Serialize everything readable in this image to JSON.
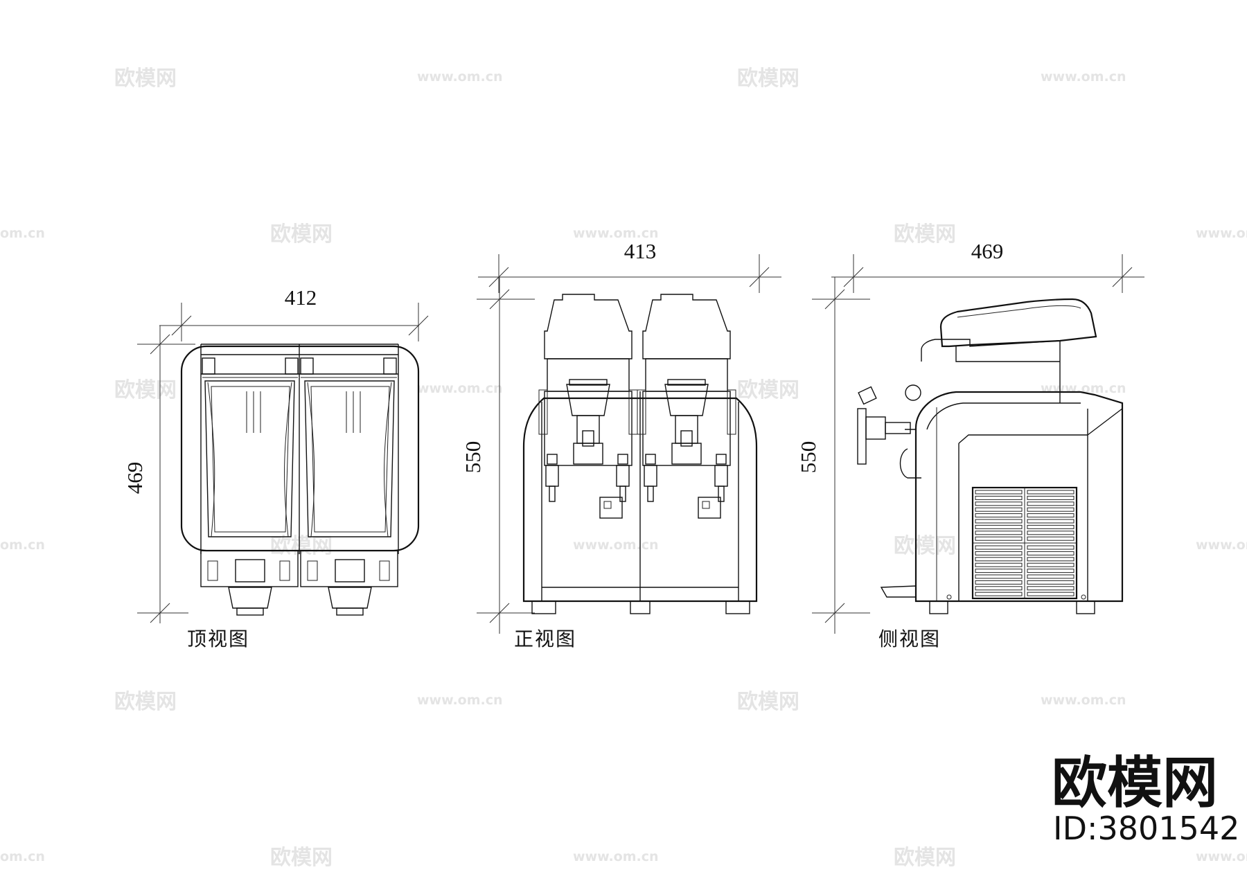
{
  "watermark": {
    "brand": "欧模网",
    "url": "www.om.cn",
    "url_partial": "om.cn"
  },
  "views": {
    "top": {
      "label": "顶视图",
      "width_dim": "412",
      "depth_dim": "469"
    },
    "front": {
      "label": "正视图",
      "width_dim": "413",
      "height_dim": "550"
    },
    "side": {
      "label": "侧视图",
      "depth_dim": "469",
      "height_dim": "550"
    }
  },
  "brand_mark": {
    "name": "欧模网",
    "id": "ID:3801542"
  }
}
